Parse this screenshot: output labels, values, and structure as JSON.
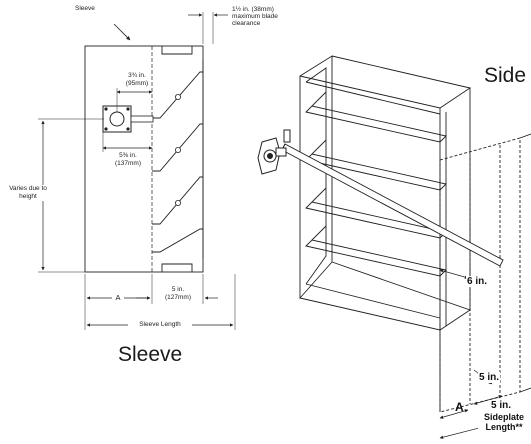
{
  "left_view": {
    "title": "Sleeve",
    "labels": {
      "sleeve_pointer": "Sleeve",
      "blade_clearance_line1": "1½ in. (38mm)",
      "blade_clearance_line2": "maximum blade",
      "blade_clearance_line3": "clearance",
      "dim_a_line1": "3¾ in.",
      "dim_a_line2": "(95mm)",
      "dim_b_line1": "5⅜ in.",
      "dim_b_line2": "(137mm)",
      "varies_line1": "Varies due to",
      "varies_line2": "height",
      "dim_a": "A",
      "dim_5in_line1": "5 in.",
      "dim_5in_line2": "(127mm)",
      "sleeve_length": "Sleeve Length"
    }
  },
  "right_view": {
    "title_partial": "Side",
    "labels": {
      "six_in": "6 in.",
      "five_in": "5 in.",
      "dim_a": "A",
      "sideplate_line1": "Sideplate",
      "sideplate_line2": "Length**"
    }
  }
}
